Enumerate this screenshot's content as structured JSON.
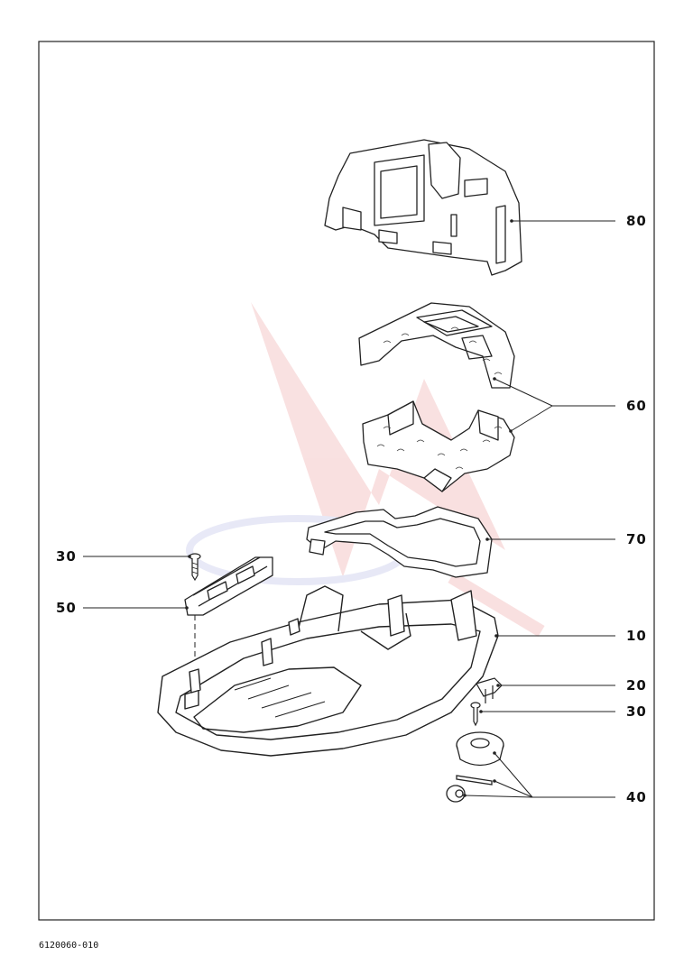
{
  "document": {
    "number": "6120060-010"
  },
  "callouts": [
    {
      "id": "80",
      "part": "upper-cover"
    },
    {
      "id": "60",
      "part": "foam-inserts"
    },
    {
      "id": "70",
      "part": "gasket-frame"
    },
    {
      "id": "30",
      "part": "screw-left"
    },
    {
      "id": "50",
      "part": "latch-bracket"
    },
    {
      "id": "10",
      "part": "base-housing"
    },
    {
      "id": "20",
      "part": "wheel-bracket"
    },
    {
      "id": "30",
      "part": "screw-right"
    },
    {
      "id": "40",
      "part": "wheel-assembly"
    }
  ],
  "colors": {
    "line": "#222222",
    "watermark": "#e05a5a",
    "watermark_blue": "#9aa0d8"
  }
}
